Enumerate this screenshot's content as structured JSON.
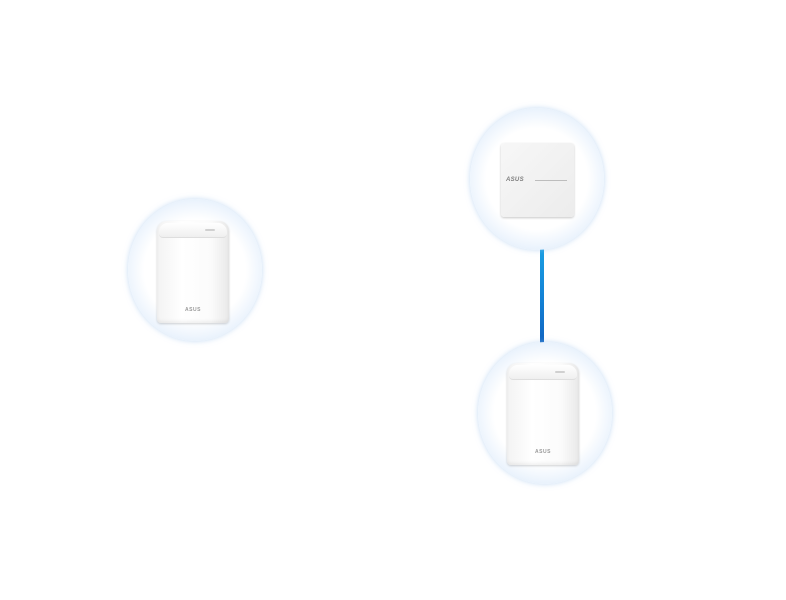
{
  "nodes": {
    "left": {
      "device": "tower-router",
      "logo": "ASUS"
    },
    "top": {
      "device": "wall-panel-router",
      "logo": "ASUS"
    },
    "bottom": {
      "device": "tower-router",
      "logo": "ASUS"
    }
  },
  "connection": {
    "from": "top",
    "to": "bottom",
    "type": "wired-backhaul",
    "color": "#1383d6"
  },
  "colors": {
    "background": "#ffffff",
    "halo": "#c6dcf6",
    "line_start": "#1fb1ea",
    "line_end": "#0f58b8"
  },
  "icons": [
    "router-icon",
    "wall-router-icon"
  ]
}
